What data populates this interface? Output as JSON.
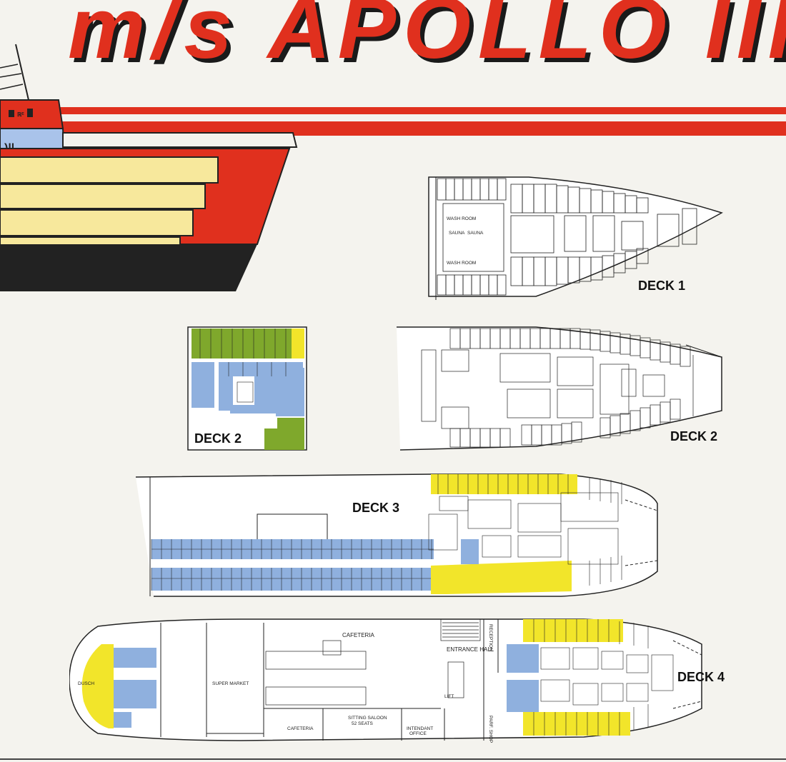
{
  "title": "m/s APOLLO III",
  "colors": {
    "background": "#f4f3ee",
    "red": "#e0301e",
    "cabin_blue": "#8fb0de",
    "cabin_yellow": "#f2e52a",
    "cabin_green": "#7fa82c",
    "hull_yellow": "#f7e89c",
    "hull_blue": "#a9c3ea",
    "line": "#222222"
  },
  "decks": {
    "deck1": {
      "label": "DECK 1",
      "rooms": [
        "WASH ROOM",
        "SAUNA",
        "SAUNA",
        "WASH ROOM"
      ]
    },
    "deck2_small": {
      "label": "DECK 2"
    },
    "deck2": {
      "label": "DECK 2"
    },
    "deck3": {
      "label": "DECK 3"
    },
    "deck4": {
      "label": "DECK 4",
      "rooms": [
        "CAFETERIA",
        "ENTRANCE HALL",
        "RECEPTION",
        "SUPER MARKET",
        "LIFT",
        "CAFETERIA",
        "SITTING SALOON",
        "52 SEATS",
        "INTENDANT",
        "OFFICE",
        "PARF. SHOP",
        "DUSCH"
      ]
    }
  },
  "icons": [
    "pictogram-icon"
  ]
}
